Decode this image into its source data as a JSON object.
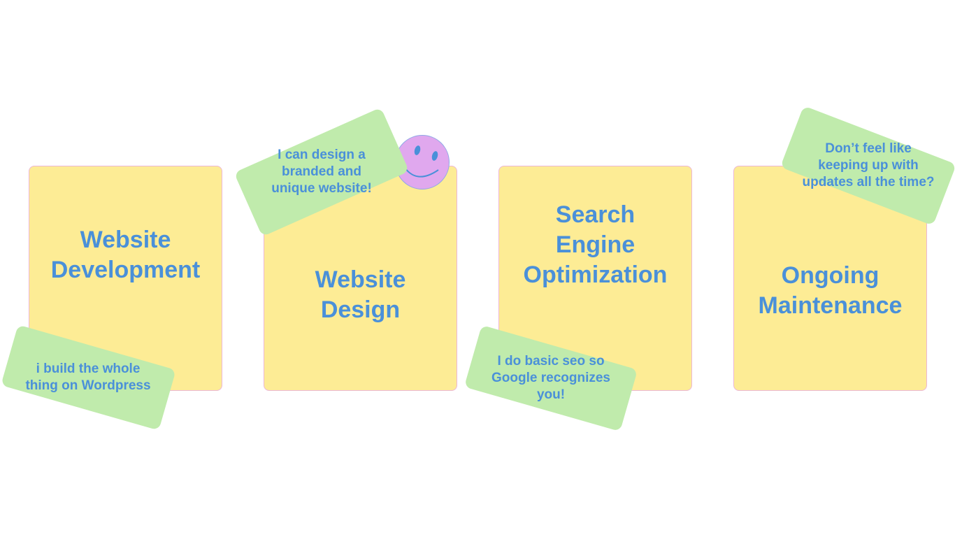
{
  "cards": [
    {
      "title": "Website Development",
      "lines": [
        "Website",
        "Development"
      ]
    },
    {
      "title": "Website Design",
      "lines": [
        "Website",
        "Design"
      ]
    },
    {
      "title": "Search Engine Optimization",
      "lines": [
        "Search",
        "Engine",
        "Optimization"
      ]
    },
    {
      "title": "Ongoing Maintenance",
      "lines": [
        "Ongoing",
        "Maintenance"
      ]
    }
  ],
  "notes": [
    {
      "lines": [
        "i build the whole",
        "thing on Wordpress"
      ]
    },
    {
      "lines": [
        "I can design a",
        "branded and",
        "unique website!"
      ]
    },
    {
      "lines": [
        "I do basic seo so",
        "Google recognizes",
        "you!"
      ]
    },
    {
      "lines": [
        "Don’t feel like",
        "keeping up with",
        "updates all the time?"
      ]
    }
  ],
  "colors": {
    "card": "#fdec95",
    "note": "#c0ebac",
    "text": "#4a90d9",
    "smiley": "#e0a8ee"
  }
}
